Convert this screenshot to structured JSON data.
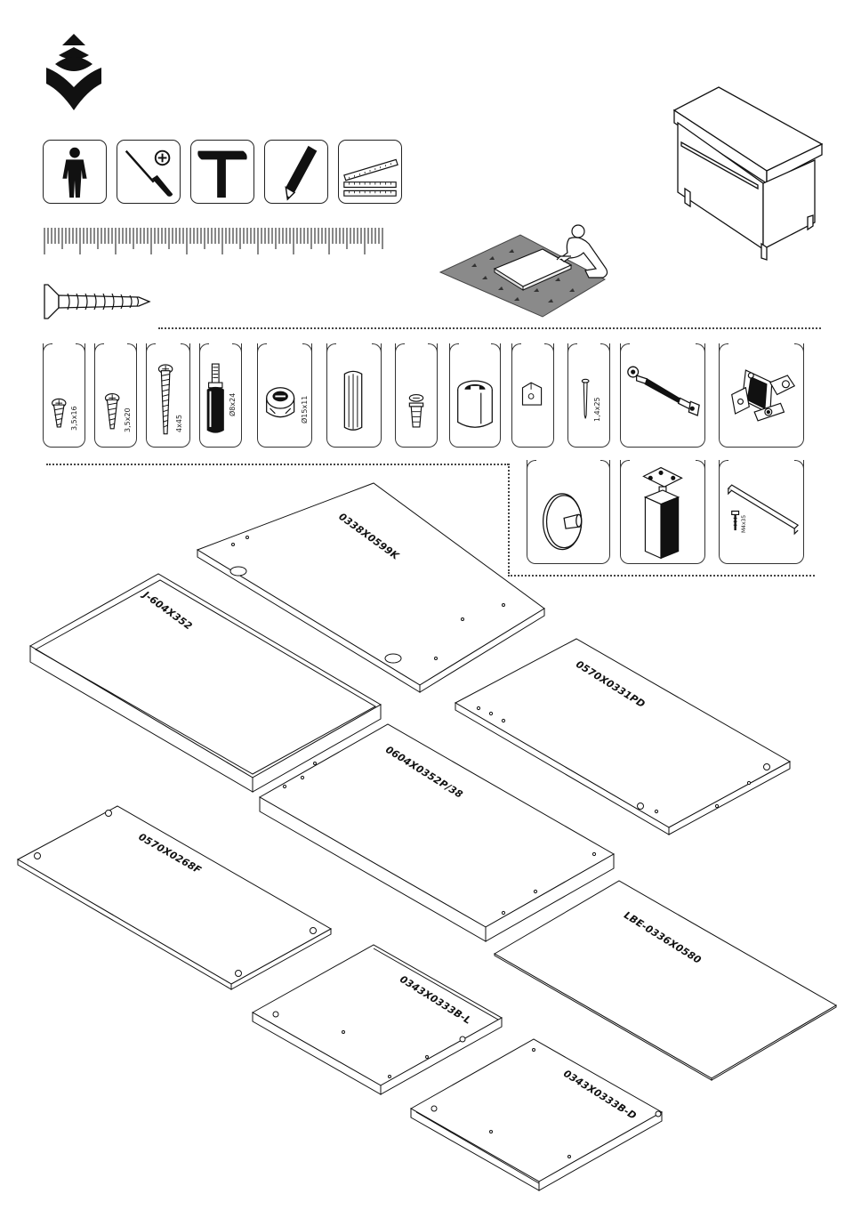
{
  "tools": [
    {
      "icon": "person-icon"
    },
    {
      "icon": "screwdriver-plus-icon"
    },
    {
      "icon": "hammer-icon"
    },
    {
      "icon": "pencil-icon"
    },
    {
      "icon": "folding-ruler-icon"
    }
  ],
  "hardware": [
    {
      "icon": "screw-icon",
      "label": "3,5x16"
    },
    {
      "icon": "screw-icon",
      "label": "3,5x20"
    },
    {
      "icon": "long-screw-icon",
      "label": "4x45"
    },
    {
      "icon": "cam-bolt-icon",
      "label": "Ø8x24"
    },
    {
      "icon": "cam-lock-icon",
      "label": "Ø15x11"
    },
    {
      "icon": "wooden-dowel-icon",
      "label": ""
    },
    {
      "icon": "shelf-pin-icon",
      "label": ""
    },
    {
      "icon": "cup-housing-icon",
      "label": ""
    },
    {
      "icon": "bracket-plate-icon",
      "label": ""
    },
    {
      "icon": "nail-icon",
      "label": "1,4x25"
    },
    {
      "icon": "gas-lift-icon",
      "label": ""
    },
    {
      "icon": "hinge-icon",
      "label": ""
    },
    {
      "icon": "knob-icon",
      "label": ""
    },
    {
      "icon": "furniture-leg-icon",
      "label": ""
    },
    {
      "icon": "handle-bar-icon",
      "label": "M4x35"
    }
  ],
  "panels": [
    {
      "code": "0338X0599K"
    },
    {
      "code": "J-604X352"
    },
    {
      "code": "0570X0331PD"
    },
    {
      "code": "0604X0352P/38"
    },
    {
      "code": "0570X0268F"
    },
    {
      "code": "LBE-0336X0580"
    },
    {
      "code": "0343X0333B-L"
    },
    {
      "code": "0343X0333B-D"
    }
  ]
}
